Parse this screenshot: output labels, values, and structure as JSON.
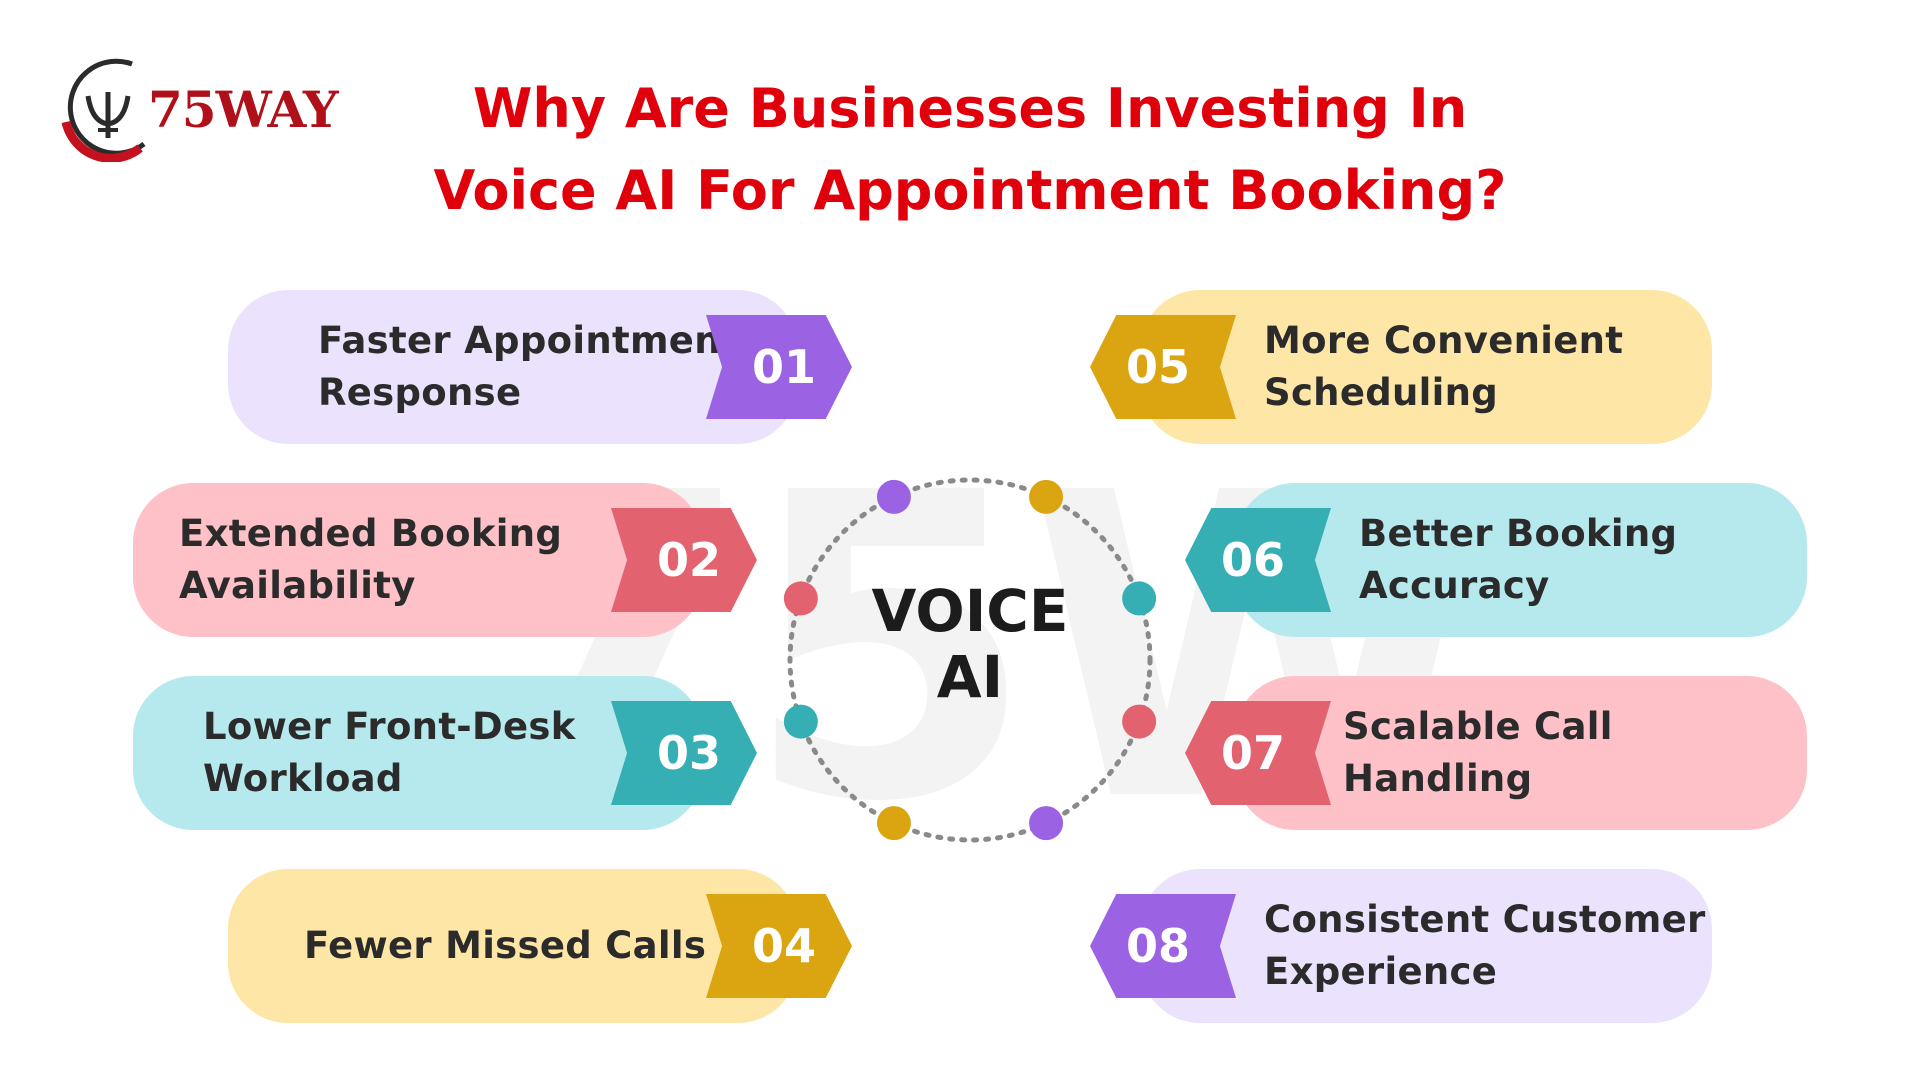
{
  "brand": {
    "logo_text": "75WAY"
  },
  "title": {
    "line1": "Why Are Businesses Investing In",
    "line2": "Voice AI For Appointment Booking?"
  },
  "center": {
    "line1": "VOICE",
    "line2": "AI"
  },
  "colors": {
    "title": "#e0000b",
    "purple": "#9b63e3",
    "purple_bg": "#ebe3fd",
    "red": "#e26270",
    "red_bg": "#fdc1c7",
    "teal": "#35aeb4",
    "teal_bg": "#b6e9ee",
    "gold": "#daa510",
    "gold_bg": "#fde6a6"
  },
  "items_left": [
    {
      "number": "01",
      "line1": "Faster Appointment",
      "line2": "Response",
      "color": "purple"
    },
    {
      "number": "02",
      "line1": "Extended Booking",
      "line2": "Availability",
      "color": "red"
    },
    {
      "number": "03",
      "line1": "Lower Front-Desk",
      "line2": "Workload",
      "color": "teal"
    },
    {
      "number": "04",
      "line1": "Fewer Missed Calls",
      "line2": "",
      "color": "gold"
    }
  ],
  "items_right": [
    {
      "number": "05",
      "line1": "More Convenient",
      "line2": "Scheduling",
      "color": "gold"
    },
    {
      "number": "06",
      "line1": "Better Booking",
      "line2": "Accuracy",
      "color": "teal"
    },
    {
      "number": "07",
      "line1": "Scalable Call",
      "line2": "Handling",
      "color": "red"
    },
    {
      "number": "08",
      "line1": "Consistent Customer",
      "line2": "Experience",
      "color": "purple"
    }
  ],
  "ring_dots": [
    "purple",
    "gold",
    "teal",
    "red",
    "purple",
    "gold",
    "teal",
    "red"
  ]
}
